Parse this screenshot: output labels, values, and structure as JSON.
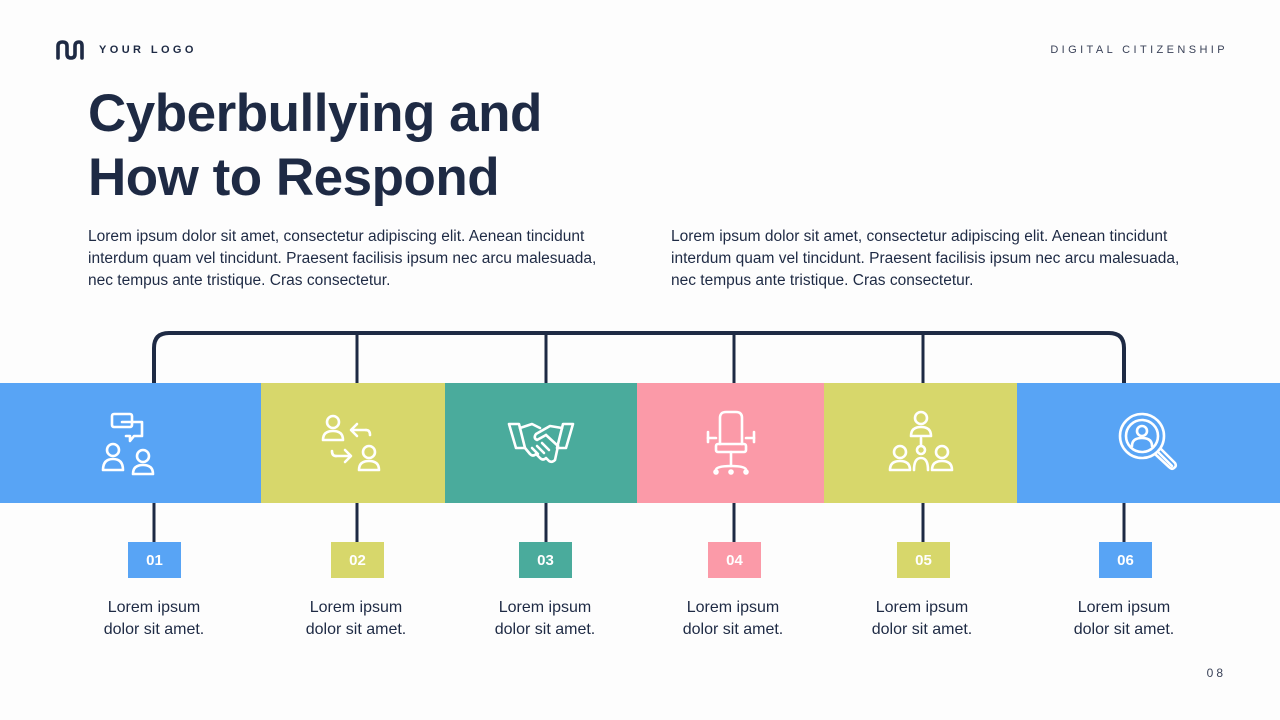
{
  "header": {
    "logo_text": "YOUR LOGO",
    "topic": "DIGITAL CITIZENSHIP"
  },
  "title": {
    "line1": "Cyberbullying and",
    "line2": "How to Respond"
  },
  "paragraphs": {
    "left": "Lorem ipsum dolor sit amet, consectetur adipiscing elit. Aenean tincidunt interdum quam vel tincidunt. Praesent facilisis ipsum nec arcu malesuada, nec tempus ante tristique. Cras consectetur.",
    "right": "Lorem ipsum dolor sit amet, consectetur adipiscing elit. Aenean tincidunt interdum quam vel tincidunt. Praesent facilisis ipsum nec arcu malesuada, nec tempus ante tristique. Cras consectetur."
  },
  "colors": {
    "navy": "#1e2a44",
    "blue": "#58a4f5",
    "lime": "#d7d76b",
    "teal": "#4aab9c",
    "pink": "#fb9aa8"
  },
  "steps": [
    {
      "number": "01",
      "icon": "chat-people-icon",
      "color": "#58a4f5",
      "caption_line1": "Lorem ipsum",
      "caption_line2": "dolor sit amet."
    },
    {
      "number": "02",
      "icon": "exchange-people-icon",
      "color": "#d7d76b",
      "caption_line1": "Lorem ipsum",
      "caption_line2": "dolor sit amet."
    },
    {
      "number": "03",
      "icon": "handshake-icon",
      "color": "#4aab9c",
      "caption_line1": "Lorem ipsum",
      "caption_line2": "dolor sit amet."
    },
    {
      "number": "04",
      "icon": "office-chair-icon",
      "color": "#fb9aa8",
      "caption_line1": "Lorem ipsum",
      "caption_line2": "dolor sit amet."
    },
    {
      "number": "05",
      "icon": "team-hierarchy-icon",
      "color": "#d7d76b",
      "caption_line1": "Lorem ipsum",
      "caption_line2": "dolor sit amet."
    },
    {
      "number": "06",
      "icon": "user-search-icon",
      "color": "#58a4f5",
      "caption_line1": "Lorem ipsum",
      "caption_line2": "dolor sit amet."
    }
  ],
  "page_number": "08"
}
